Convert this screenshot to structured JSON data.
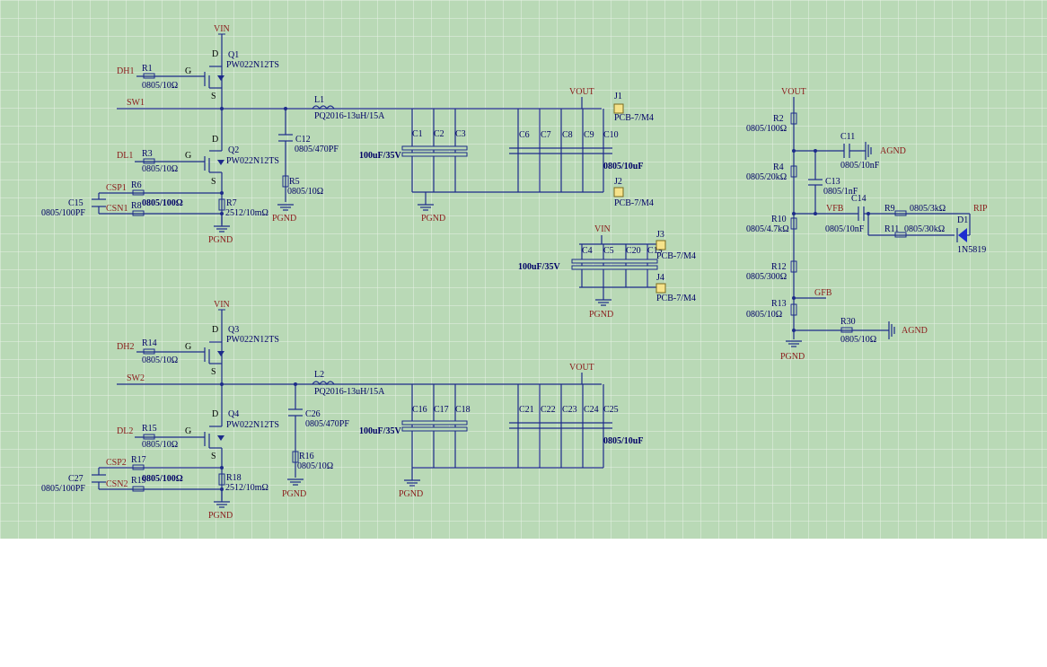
{
  "nets": {
    "vin": "VIN",
    "vout": "VOUT",
    "pgnd": "PGND",
    "agnd": "AGND",
    "dh1": "DH1",
    "dl1": "DL1",
    "dh2": "DH2",
    "dl2": "DL2",
    "sw1": "SW1",
    "sw2": "SW2",
    "csp1": "CSP1",
    "csn1": "CSN1",
    "csp2": "CSP2",
    "csn2": "CSN2",
    "vfb": "VFB",
    "gfb": "GFB",
    "rip": "RIP"
  },
  "pins": {
    "d": "D",
    "g": "G",
    "s": "S"
  },
  "parts": {
    "q1": {
      "ref": "Q1",
      "value": "PW022N12TS"
    },
    "q2": {
      "ref": "Q2",
      "value": "PW022N12TS"
    },
    "q3": {
      "ref": "Q3",
      "value": "PW022N12TS"
    },
    "q4": {
      "ref": "Q4",
      "value": "PW022N12TS"
    },
    "r1": {
      "ref": "R1",
      "value": "0805/10Ω"
    },
    "r3": {
      "ref": "R3",
      "value": "0805/10Ω"
    },
    "r14": {
      "ref": "R14",
      "value": "0805/10Ω"
    },
    "r15": {
      "ref": "R15",
      "value": "0805/10Ω"
    },
    "r6": {
      "ref": "R6"
    },
    "r8": {
      "ref": "R8"
    },
    "r6r8_value": "0805/100Ω",
    "r17": {
      "ref": "R17"
    },
    "r19": {
      "ref": "R19"
    },
    "r17r19_value": "0805/100Ω",
    "r7": {
      "ref": "R7",
      "value": "2512/10mΩ"
    },
    "r18": {
      "ref": "R18",
      "value": "2512/10mΩ"
    },
    "c15": {
      "ref": "C15",
      "value": "0805/100PF"
    },
    "c27": {
      "ref": "C27",
      "value": "0805/100PF"
    },
    "l1": {
      "ref": "L1",
      "value": "PQ2016-13uH/15A"
    },
    "l2": {
      "ref": "L2",
      "value": "PQ2016-13uH/15A"
    },
    "c12": {
      "ref": "C12",
      "value": "0805/470PF"
    },
    "c26": {
      "ref": "C26",
      "value": "0805/470PF"
    },
    "r5": {
      "ref": "R5",
      "value": "0805/10Ω"
    },
    "r16": {
      "ref": "R16",
      "value": "0805/10Ω"
    },
    "bulk_value": "100uF/35V",
    "mlcc_value": "0805/10uF",
    "connector_value": "PCB-7/M4",
    "bank1_bulk": [
      "C1",
      "C2",
      "C3"
    ],
    "bank1_mlcc": [
      "C6",
      "C7",
      "C8",
      "C9",
      "C10"
    ],
    "bank2_bulk": [
      "C16",
      "C17",
      "C18"
    ],
    "bank2_mlcc": [
      "C21",
      "C22",
      "C23",
      "C24",
      "C25"
    ],
    "bank3_bulk": [
      "C4",
      "C5",
      "C20",
      "C19"
    ],
    "j1": "J1",
    "j2": "J2",
    "j3": "J3",
    "j4": "J4",
    "r2": {
      "ref": "R2",
      "value": "0805/100Ω"
    },
    "r4": {
      "ref": "R4",
      "value": "0805/20kΩ"
    },
    "r10": {
      "ref": "R10",
      "value": "0805/4.7kΩ"
    },
    "r12": {
      "ref": "R12",
      "value": "0805/300Ω"
    },
    "r13": {
      "ref": "R13",
      "value": "0805/10Ω"
    },
    "r30": {
      "ref": "R30",
      "value": "0805/10Ω"
    },
    "c11": {
      "ref": "C11",
      "value": "0805/10nF"
    },
    "c13": {
      "ref": "C13",
      "value": "0805/1nF"
    },
    "c14": {
      "ref": "C14",
      "value": "0805/10nF"
    },
    "r9": {
      "ref": "R9",
      "value": "0805/3kΩ"
    },
    "r11": {
      "ref": "R11",
      "value": "0805/30kΩ"
    },
    "d1": {
      "ref": "D1",
      "value": "1N5819"
    }
  },
  "colors": {
    "sheet_background": "#b9d9b6",
    "grid_line": "#e8f1e6",
    "wire": "#1d2b8a",
    "net_label": "#8b1a1a",
    "designator": "#000066",
    "connector_pad": "#f6e38b",
    "diode_fill": "#1d2bd0"
  }
}
